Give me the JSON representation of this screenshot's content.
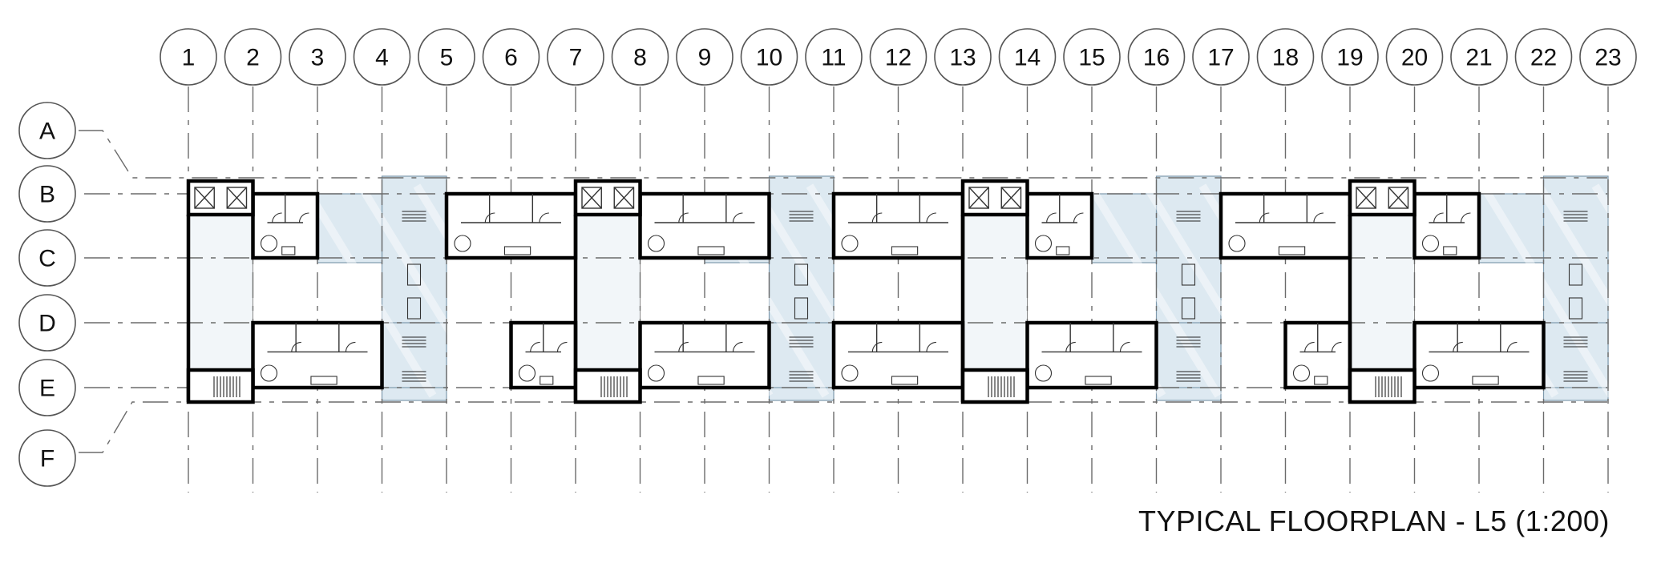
{
  "title": "TYPICAL FLOORPLAN - L5 (1:200)",
  "grid_columns": [
    "1",
    "2",
    "3",
    "4",
    "5",
    "6",
    "7",
    "8",
    "9",
    "10",
    "11",
    "12",
    "13",
    "14",
    "15",
    "16",
    "17",
    "18",
    "19",
    "20",
    "21",
    "22",
    "23"
  ],
  "grid_rows": [
    "A",
    "B",
    "C",
    "D",
    "E",
    "F"
  ]
}
